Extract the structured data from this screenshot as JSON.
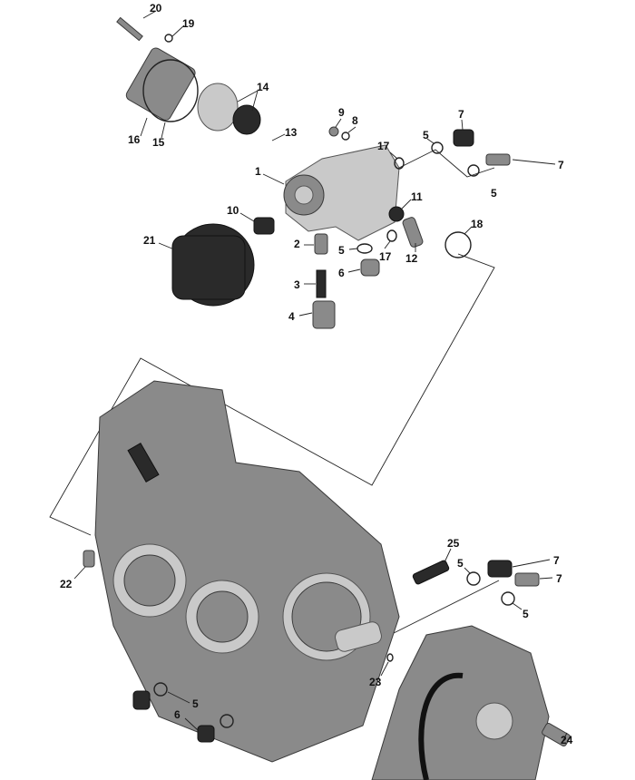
{
  "diagram": {
    "type": "exploded-parts-diagram",
    "callouts": [
      {
        "id": "c20",
        "number": "20"
      },
      {
        "id": "c19",
        "number": "19"
      },
      {
        "id": "c14",
        "number": "14"
      },
      {
        "id": "c13",
        "number": "13"
      },
      {
        "id": "c16",
        "number": "16"
      },
      {
        "id": "c15",
        "number": "15"
      },
      {
        "id": "c9",
        "number": "9"
      },
      {
        "id": "c8",
        "number": "8"
      },
      {
        "id": "c7a",
        "number": "7"
      },
      {
        "id": "c5a",
        "number": "5"
      },
      {
        "id": "c17a",
        "number": "17"
      },
      {
        "id": "c7b",
        "number": "7"
      },
      {
        "id": "c5b",
        "number": "5"
      },
      {
        "id": "c1",
        "number": "1"
      },
      {
        "id": "c10",
        "number": "10"
      },
      {
        "id": "c11",
        "number": "11"
      },
      {
        "id": "c18",
        "number": "18"
      },
      {
        "id": "c21",
        "number": "21"
      },
      {
        "id": "c2",
        "number": "2"
      },
      {
        "id": "c5c",
        "number": "5"
      },
      {
        "id": "c17b",
        "number": "17"
      },
      {
        "id": "c12",
        "number": "12"
      },
      {
        "id": "c6a",
        "number": "6"
      },
      {
        "id": "c3",
        "number": "3"
      },
      {
        "id": "c4",
        "number": "4"
      },
      {
        "id": "c25",
        "number": "25"
      },
      {
        "id": "c7c",
        "number": "7"
      },
      {
        "id": "c5d",
        "number": "5"
      },
      {
        "id": "c7d",
        "number": "7"
      },
      {
        "id": "c22",
        "number": "22"
      },
      {
        "id": "c5e",
        "number": "5"
      },
      {
        "id": "c23",
        "number": "23"
      },
      {
        "id": "c5f",
        "number": "5"
      },
      {
        "id": "c6b",
        "number": "6"
      },
      {
        "id": "c24",
        "number": "24"
      }
    ]
  }
}
